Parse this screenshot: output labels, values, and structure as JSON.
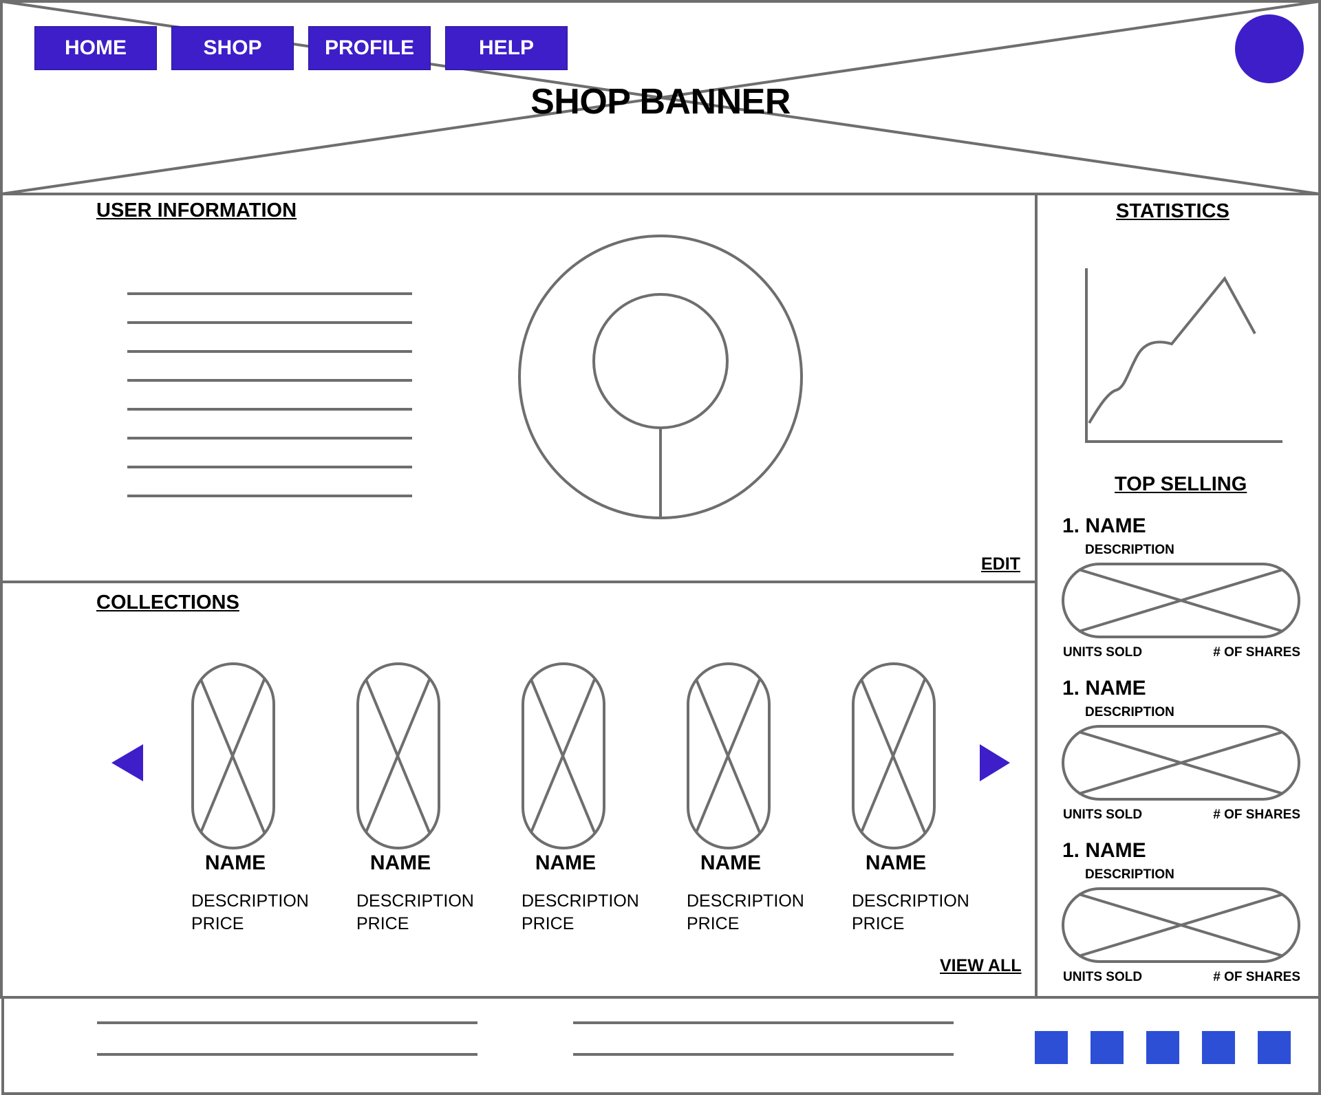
{
  "nav": {
    "items": [
      {
        "label": "HOME"
      },
      {
        "label": "SHOP"
      },
      {
        "label": "PROFILE"
      },
      {
        "label": "HELP"
      }
    ]
  },
  "banner": {
    "title": "SHOP BANNER"
  },
  "user_info": {
    "title": "USER INFORMATION",
    "edit_label": "EDIT"
  },
  "statistics": {
    "title": "STATISTICS"
  },
  "top_selling": {
    "title": "TOP SELLING",
    "items": [
      {
        "name": "1. NAME",
        "description": "DESCRIPTION",
        "units_label": "UNITS SOLD",
        "shares_label": "# OF SHARES"
      },
      {
        "name": "1. NAME",
        "description": "DESCRIPTION",
        "units_label": "UNITS SOLD",
        "shares_label": "# OF SHARES"
      },
      {
        "name": "1. NAME",
        "description": "DESCRIPTION",
        "units_label": "UNITS SOLD",
        "shares_label": "# OF SHARES"
      }
    ]
  },
  "collections": {
    "title": "COLLECTIONS",
    "view_all_label": "VIEW ALL",
    "items": [
      {
        "name": "NAME",
        "description": "DESCRIPTION",
        "price": "PRICE"
      },
      {
        "name": "NAME",
        "description": "DESCRIPTION",
        "price": "PRICE"
      },
      {
        "name": "NAME",
        "description": "DESCRIPTION",
        "price": "PRICE"
      },
      {
        "name": "NAME",
        "description": "DESCRIPTION",
        "price": "PRICE"
      },
      {
        "name": "NAME",
        "description": "DESCRIPTION",
        "price": "PRICE"
      }
    ]
  },
  "icons": {
    "prev": "triangle-left-icon",
    "next": "triangle-right-icon",
    "avatar": "user-avatar-icon",
    "profile": "user-placeholder-icon",
    "chart": "line-chart-icon"
  },
  "colors": {
    "accent": "#3e1ec8",
    "footer_square": "#2c4fd6",
    "wire": "#6e6e6e"
  }
}
